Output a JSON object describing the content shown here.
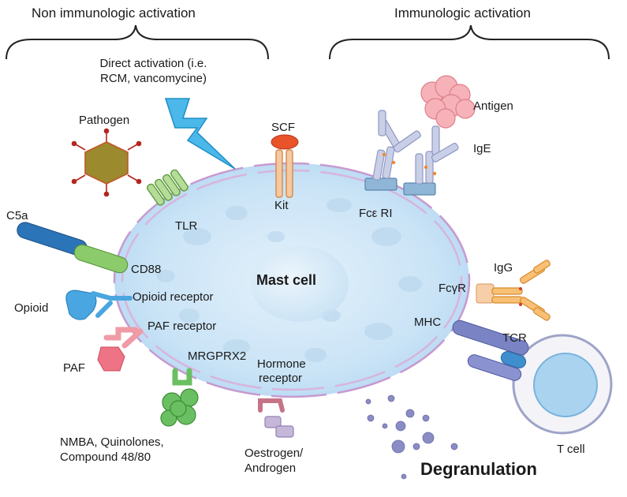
{
  "headers": {
    "non_immunologic": "Non immunologic activation",
    "immunologic": "Immunologic activation"
  },
  "cell": {
    "title": "Mast cell"
  },
  "stimuli": {
    "direct_line1": "Direct activation (i.e.",
    "direct_line2": "RCM, vancomycine)",
    "pathogen": "Pathogen",
    "scf": "SCF",
    "antigen": "Antigen",
    "ige": "IgE",
    "c5a": "C5a",
    "opioid": "Opioid",
    "paf": "PAF",
    "nmba_line1": "NMBA, Quinolones,",
    "nmba_line2": "Compound 48/80",
    "oestrogen_line1": "Oestrogen/",
    "oestrogen_line2": "Androgen",
    "igg": "IgG",
    "tcr": "TCR",
    "tcell": "T cell"
  },
  "receptors": {
    "tlr": "TLR",
    "kit": "Kit",
    "fce": "Fcε RI",
    "cd88": "CD88",
    "opioid_receptor": "Opioid receptor",
    "paf_receptor": "PAF receptor",
    "mrgprx2": "MRGPRX2",
    "hormone_line1": "Hormone",
    "hormone_line2": "receptor",
    "fcg": "FcγR",
    "mhc": "MHC"
  },
  "outcome": {
    "degranulation": "Degranulation"
  },
  "colors": {
    "cell_fill": "#cfe6f7",
    "membrane": "#c79ad0",
    "bolt": "#29a6e0",
    "pathogen": "#c0562a",
    "scf": "#e8532a",
    "antigen": "#f2a0a8",
    "antibody": "#aab3d6",
    "c5a": "#2c74b8",
    "cd88": "#7cc35a",
    "opioid": "#3a9bd8",
    "paf": "#ee7485",
    "mrgprx2": "#6abf62",
    "hormone": "#c57488",
    "igg": "#f0a448",
    "tcr": "#7a84c4",
    "tcell": "#a9d3ef",
    "granule": "#7d7fb8"
  }
}
